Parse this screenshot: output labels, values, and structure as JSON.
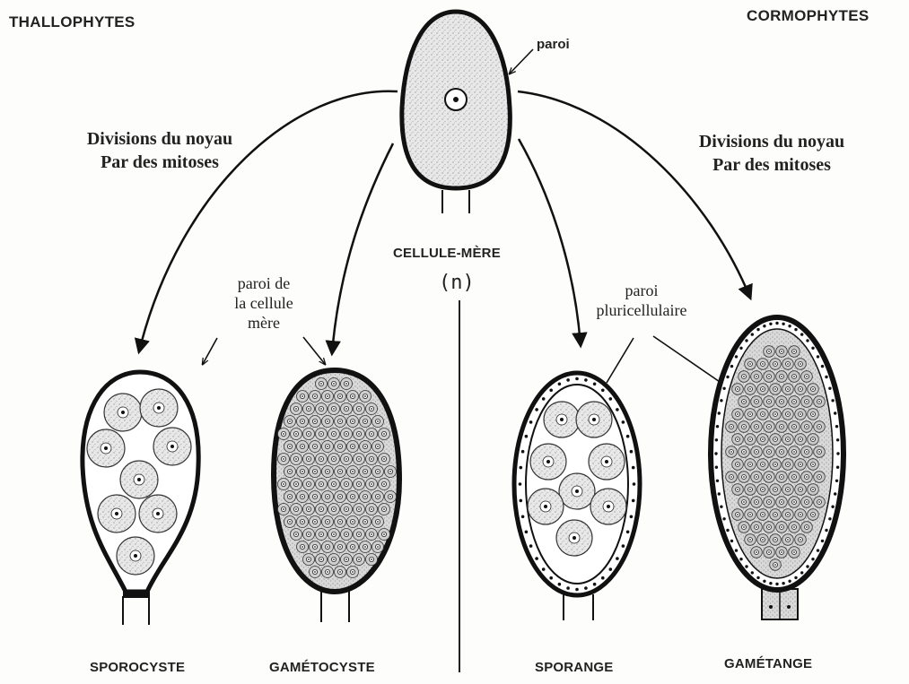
{
  "headers": {
    "left": "THALLOPHYTES",
    "right": "CORMOPHYTES"
  },
  "center": {
    "label_cell": "CELLULE-MÈRE",
    "label_ploidy": "(n)",
    "label_wall": "paroi"
  },
  "division_left": {
    "line1": "Divisions du noyau",
    "line2": "Par des mitoses"
  },
  "division_right": {
    "line1": "Divisions du noyau",
    "line2": "Par des mitoses"
  },
  "wall_mother": {
    "line1": "paroi de",
    "line2": "la cellule",
    "line3": "mère"
  },
  "wall_multicellular": {
    "line1": "paroi",
    "line2": "pluricellulaire"
  },
  "structures": {
    "sporocyste": "SPOROCYSTE",
    "gametocyste": "GAMÉTOCYSTE",
    "sporange": "SPORANGE",
    "gametange": "GAMÉTANGE"
  }
}
